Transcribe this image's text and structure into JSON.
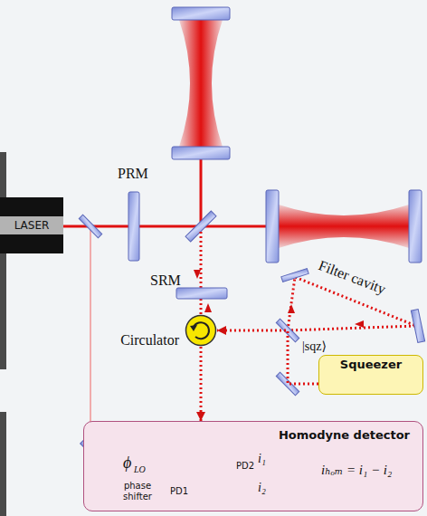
{
  "diagram": {
    "nodes": [
      {
        "text": [
          "LASER"
        ]
      },
      {
        "text": [
          "Circulator"
        ]
      },
      {
        "text": [
          "Squeezer"
        ]
      },
      {
        "text": [
          "Homodyne detector"
        ]
      }
    ],
    "edges": [
      {
        "from": 2,
        "to": 1,
        "arrow": "to"
      },
      {
        "from": 1,
        "to": 3,
        "arrow": "to"
      }
    ],
    "labels": [
      "PRM",
      "SRM",
      "Filter cavity",
      "|sqz⟩",
      "ϕ",
      "LO",
      "phase shifter",
      "PD1",
      "PD2",
      "i₁",
      "i₂",
      "iₕₒₘ = i₁ − i₂"
    ]
  }
}
